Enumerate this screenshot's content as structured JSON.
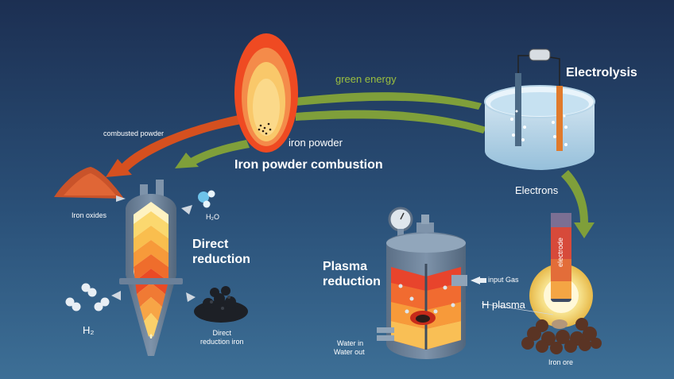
{
  "labels": {
    "green_energy": "green energy",
    "combusted_powder": "combusted powder",
    "iron_powder": "iron powder",
    "iron_powder_combustion": "Iron powder combustion",
    "electrolysis": "Electrolysis",
    "electrons": "Electrons",
    "iron_oxides": "Iron oxides",
    "h2o": "H₂O",
    "direct_reduction_line1": "Direct",
    "direct_reduction_line2": "reduction",
    "h2": "H₂",
    "direct_reduction_iron_line1": "Direct",
    "direct_reduction_iron_line2": "reduction iron",
    "plasma_reduction_line1": "Plasma",
    "plasma_reduction_line2": "reduction",
    "input_gas": "input Gas",
    "h_plasma": "H plasma",
    "water_in": "Water in",
    "water_out": "Water out",
    "electrode": "electrode",
    "iron_ore": "Iron ore"
  },
  "colors": {
    "arrow_green": "#7f9f3a",
    "arrow_orange": "#d5501f",
    "flame_outer": "#f04a23",
    "flame_inner": "#f8c25a"
  }
}
